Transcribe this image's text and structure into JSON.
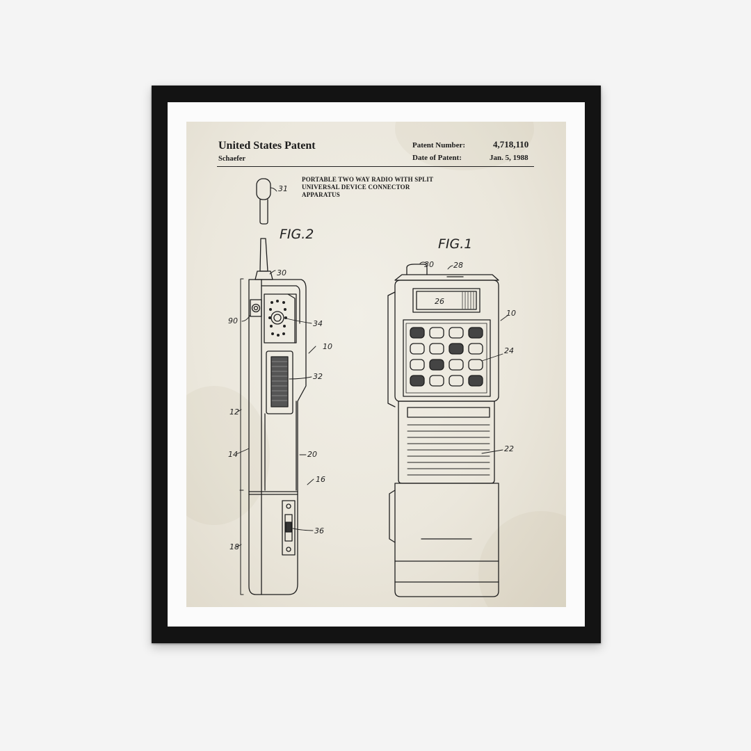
{
  "patent": {
    "heading": "United States Patent",
    "inventor": "Schaefer",
    "patent_number_label": "Patent Number:",
    "patent_number": "4,718,110",
    "date_label": "Date of Patent:",
    "date": "Jan. 5, 1988",
    "title_lines": [
      "PORTABLE TWO WAY RADIO WITH SPLIT",
      "UNIVERSAL DEVICE CONNECTOR",
      "APPARATUS"
    ]
  },
  "figures": {
    "fig2": {
      "label": "FIG.2",
      "refs": {
        "r31": "31",
        "r30": "30",
        "r90": "90",
        "r34": "34",
        "r10": "10",
        "r32": "32",
        "r12": "12",
        "r14": "14",
        "r20": "20",
        "r16": "16",
        "r36": "36",
        "r18": "18"
      }
    },
    "fig1": {
      "label": "FIG.1",
      "refs": {
        "r30": "30",
        "r28": "28",
        "r26": "26",
        "r10": "10",
        "r24": "24",
        "r22": "22"
      }
    }
  },
  "colors": {
    "frame": "#131313",
    "mat": "#fbfbfb",
    "paper": "#ebe7dc",
    "ink": "#1b1b1b"
  }
}
